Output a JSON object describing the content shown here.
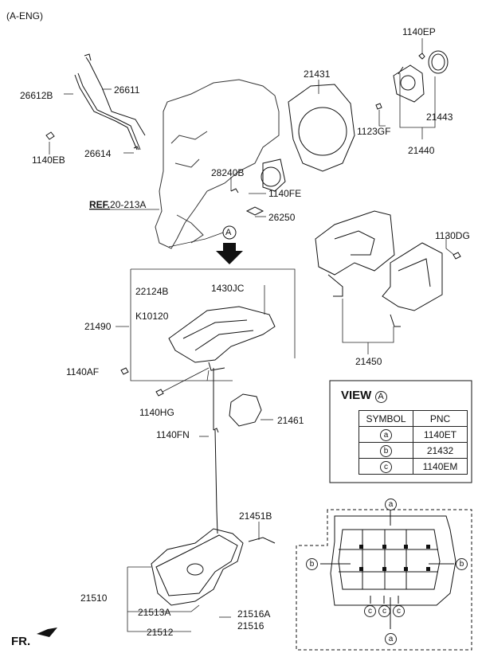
{
  "header": {
    "engine": "(A-ENG)"
  },
  "callouts": {
    "c1140EP": "1140EP",
    "c21431": "21431",
    "c26611": "26611",
    "c26612B": "26612B",
    "c1123GF": "1123GF",
    "c21443": "21443",
    "c21440": "21440",
    "c1140EB": "1140EB",
    "c26614": "26614",
    "c28240B": "28240B",
    "c1140FE": "1140FE",
    "ref_prefix": "REF.",
    "ref_rest": "20-213A",
    "c26250": "26250",
    "view_marker": "A",
    "c1130DG": "1130DG",
    "c22124B": "22124B",
    "c1430JC": "1430JC",
    "cK10120": "K10120",
    "c21490": "21490",
    "c1140AF": "1140AF",
    "c21450": "21450",
    "c1140HG": "1140HG",
    "c21461": "21461",
    "c1140FN": "1140FN",
    "c21451B": "21451B",
    "c21510": "21510",
    "c21513A": "21513A",
    "c21516A": "21516A",
    "c21516": "21516",
    "c21512": "21512",
    "fr": "FR."
  },
  "view": {
    "title": "VIEW",
    "marker": "A",
    "table": {
      "headers": [
        "SYMBOL",
        "PNC"
      ],
      "rows": [
        {
          "symbol": "a",
          "pnc": "1140ET"
        },
        {
          "symbol": "b",
          "pnc": "21432"
        },
        {
          "symbol": "c",
          "pnc": "1140EM"
        }
      ]
    },
    "markers": {
      "a": "a",
      "b": "b",
      "c": "c"
    }
  }
}
